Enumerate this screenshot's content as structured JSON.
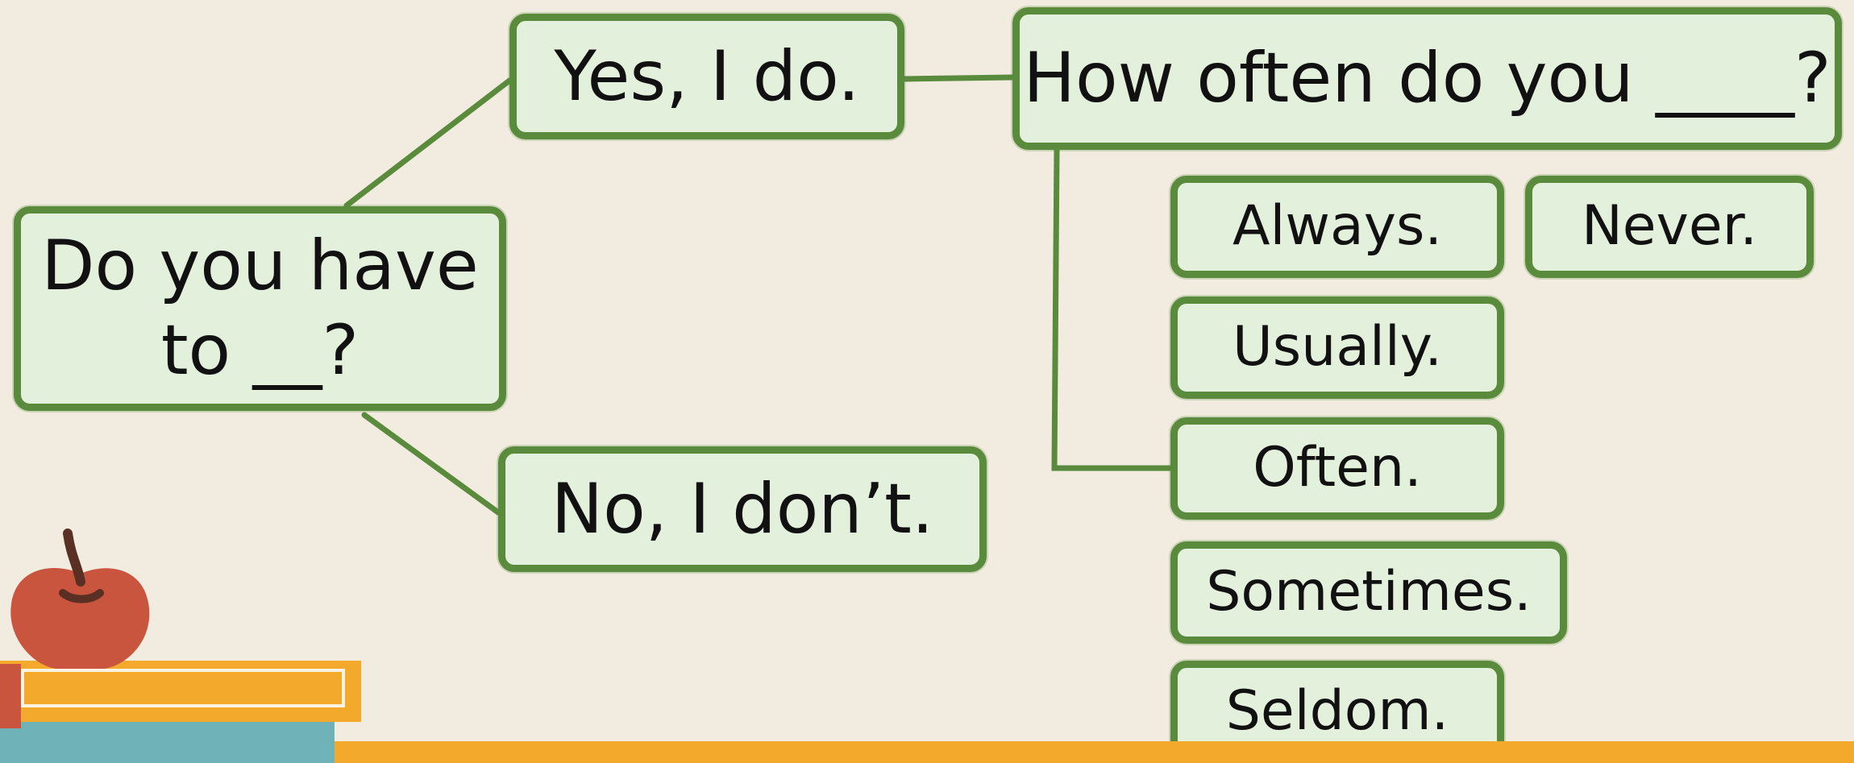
{
  "question": {
    "line1": "Do you have",
    "line2": "to __?"
  },
  "yes_answer": "Yes, I do.",
  "no_answer": "No, I don’t.",
  "follow_up": "How often do you ____?",
  "frequency_options": {
    "always": "Always.",
    "never": "Never.",
    "usually": "Usually.",
    "often": "Often.",
    "sometimes": "Sometimes.",
    "seldom": "Seldom."
  },
  "colors": {
    "background": "#f2ece0",
    "box_fill": "#e3f0dc",
    "box_border": "#5a8a3c",
    "floor": "#f3aa2c"
  },
  "icons": [
    "apple-icon",
    "books-icon"
  ]
}
